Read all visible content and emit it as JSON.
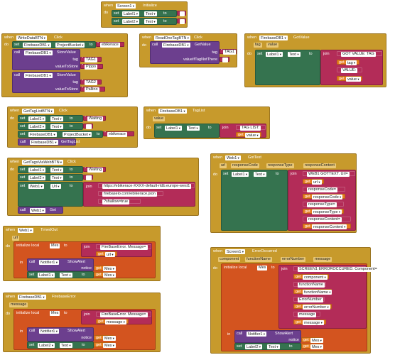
{
  "kw": {
    "when": "when",
    "do": "do",
    "set": "set",
    "to": "to",
    "call": "call",
    "join": "join",
    "get": "get",
    "in": "in",
    "init_local": "initialize local",
    "tag": "tag",
    "value": "value",
    "value_if_tag_not_there": "valueIfTagNotThere",
    "value_to_store": "valueToStore",
    "notice": "notice",
    "url": "url",
    "message": "message",
    "response_code": "responseCode",
    "response_type": "responseType",
    "response_content": "responseContent",
    "component": "component",
    "function_name": "functionName",
    "error_number": "errorNumber"
  },
  "b1": {
    "comp": "Screen1",
    "event": "Initialize",
    "r1_comp": "Label1",
    "r1_prop": "Text",
    "r2_comp": "Label2",
    "r2_prop": "Text",
    "str": " "
  },
  "b2": {
    "comp": "WriteDataBTN",
    "event": "Click",
    "r1_comp": "FirebaseDB1",
    "r1_prop": "ProjectBucket",
    "r1_val": "ebikerace",
    "c1_comp": "FirebaseDB1",
    "c1_method": "StoreValue",
    "c1_tag": "TAG1",
    "c1_val": "Pippo",
    "c2_comp": "FirebaseDB1",
    "c2_method": "StoreValue",
    "c2_tag": "TAG2",
    "c2_val": "Pallino"
  },
  "b3": {
    "comp": "ReadOneTagBTN",
    "event": "Click",
    "c_comp": "FirebaseDB1",
    "c_method": "GetValue",
    "tag": "TAG1",
    "def": " "
  },
  "b4": {
    "comp": "FirebaseDB1",
    "event": "GotValue",
    "p1": "tag",
    "p2": "value",
    "s_comp": "Label1",
    "s_prop": "Text",
    "j1": "GOT VALUE: TAG ",
    "j2": "tag",
    "j3": " VALUE: ",
    "j4": "value"
  },
  "b5": {
    "comp": "GetTagListBTN",
    "event": "Click",
    "r1_comp": "Label1",
    "r1_prop": "Text",
    "r1_val": "Waiting",
    "r2_comp": "Label2",
    "r2_prop": "Text",
    "r2_val": " ",
    "r3_comp": "FirebaseDB1",
    "r3_prop": "ProjectBucket",
    "r3_val": "ebikerace",
    "c_comp": "FirebaseDB1",
    "c_method": "GetTagList"
  },
  "b6": {
    "comp": "FirebaseDB1",
    "event": "TagList",
    "p1": "value",
    "s_comp": "Label1",
    "s_prop": "Text",
    "j1": "TAG LIST: ",
    "j2": "value"
  },
  "b7": {
    "comp": "GetTagsViaWebBTN",
    "event": "Click",
    "r1_comp": "Label1",
    "r1_prop": "Text",
    "r1_val": "Waiting",
    "r2_comp": "Label2",
    "r2_prop": "Text",
    "r2_val": " ",
    "r3_comp": "Web1",
    "r3_prop": "Url",
    "j1": "https://ebikerace-XXXX-default-rtdb.europe-west1",
    "j2": "firebaseio.com/ebikerace.json",
    "j3": "?shallow=true",
    "c_comp": "Web1",
    "c_method": "Get"
  },
  "b8": {
    "comp": "Web1",
    "event": "GotText",
    "p1": "url",
    "p2": "responseCode",
    "p3": "responseType",
    "p4": "responseContent",
    "s_comp": "Label1",
    "s_prop": "Text",
    "j": [
      "WEB1 GOTTEXT. Url= ",
      "url",
      " responseCode= ",
      "responseCode",
      " responseType= ",
      "responseType",
      " responseContent= ",
      "responseContent"
    ]
  },
  "b9": {
    "comp": "Web1",
    "event": "TimedOut",
    "p1": "url",
    "var": "Mes",
    "j1": "FireBaseError. Message= ",
    "j2": "url",
    "c_comp": "Notifier1",
    "c_method": "ShowAlert",
    "c_arg": "Mes",
    "s_comp": "Label1",
    "s_prop": "Text",
    "s_val": "Mes"
  },
  "b10": {
    "comp": "Screen1",
    "event": "ErrorOccurred",
    "p1": "component",
    "p2": "functionName",
    "p3": "errorNumber",
    "p4": "message",
    "var": "Mes",
    "j": [
      "SCREEN1 ERROROCCURED. Component= ",
      "component",
      "functionName",
      "functionName",
      "ErrorNumber",
      "errorNumber",
      "message",
      "message"
    ],
    "c_comp": "Notifier1",
    "c_method": "ShowAlert",
    "c_arg": "Mes",
    "s_comp": "Label2",
    "s_prop": "Text",
    "s_val": "Mes"
  },
  "b11": {
    "comp": "FirebaseDB1",
    "event": "FirebaseError",
    "p1": "message",
    "var": "Mes",
    "j1": "FireBaseError. Message= ",
    "j2": "message",
    "c_comp": "Notifier1",
    "c_method": "ShowAlert",
    "c_arg": "Mes",
    "s_comp": "Label2",
    "s_prop": "Text",
    "s_val": "Mes"
  }
}
